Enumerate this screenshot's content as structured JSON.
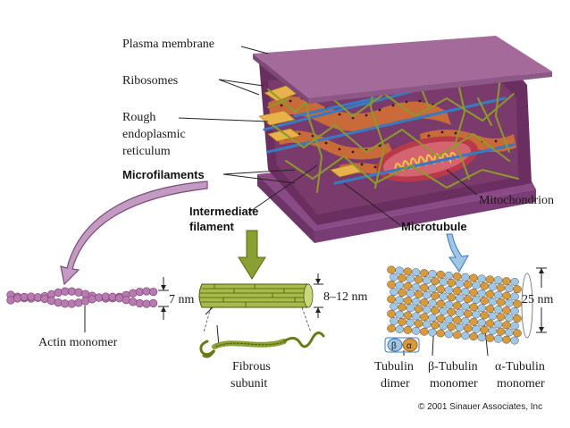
{
  "labels": {
    "plasma_membrane": "Plasma membrane",
    "ribosomes": "Ribosomes",
    "rough_er_line1": "Rough",
    "rough_er_line2": "endoplasmic",
    "rough_er_line3": "reticulum",
    "microfilaments": "Microfilaments",
    "intermediate_line1": "Intermediate",
    "intermediate_line2": "filament",
    "mitochondrion": "Mitochondrion",
    "microtubule": "Microtubule",
    "actin_monomer": "Actin monomer",
    "fibrous_line1": "Fibrous",
    "fibrous_line2": "subunit",
    "tubulin_dimer_line1": "Tubulin",
    "tubulin_dimer_line2": "dimer",
    "beta_tubulin_line1": "β-Tubulin",
    "beta_tubulin_line2": "monomer",
    "alpha_tubulin_line1": "α-Tubulin",
    "alpha_tubulin_line2": "monomer",
    "beta_symbol": "β",
    "alpha_symbol": "α"
  },
  "dimensions": {
    "microfilament": "7 nm",
    "intermediate": "8–12 nm",
    "microtubule": "25 nm"
  },
  "copyright": "© 2001 Sinauer Associates, Inc",
  "colors": {
    "membrane": "#a46a9a",
    "actin": "#b87ab0",
    "intermediate": "#8aa032",
    "alpha_tubulin": "#d99a3c",
    "beta_tubulin": "#9fc6e2",
    "mitochondrion": "#b83a4a",
    "er": "#e8b24a",
    "microtubule_line": "#3a78c0",
    "filament_mesh": "#8b9a2a"
  }
}
